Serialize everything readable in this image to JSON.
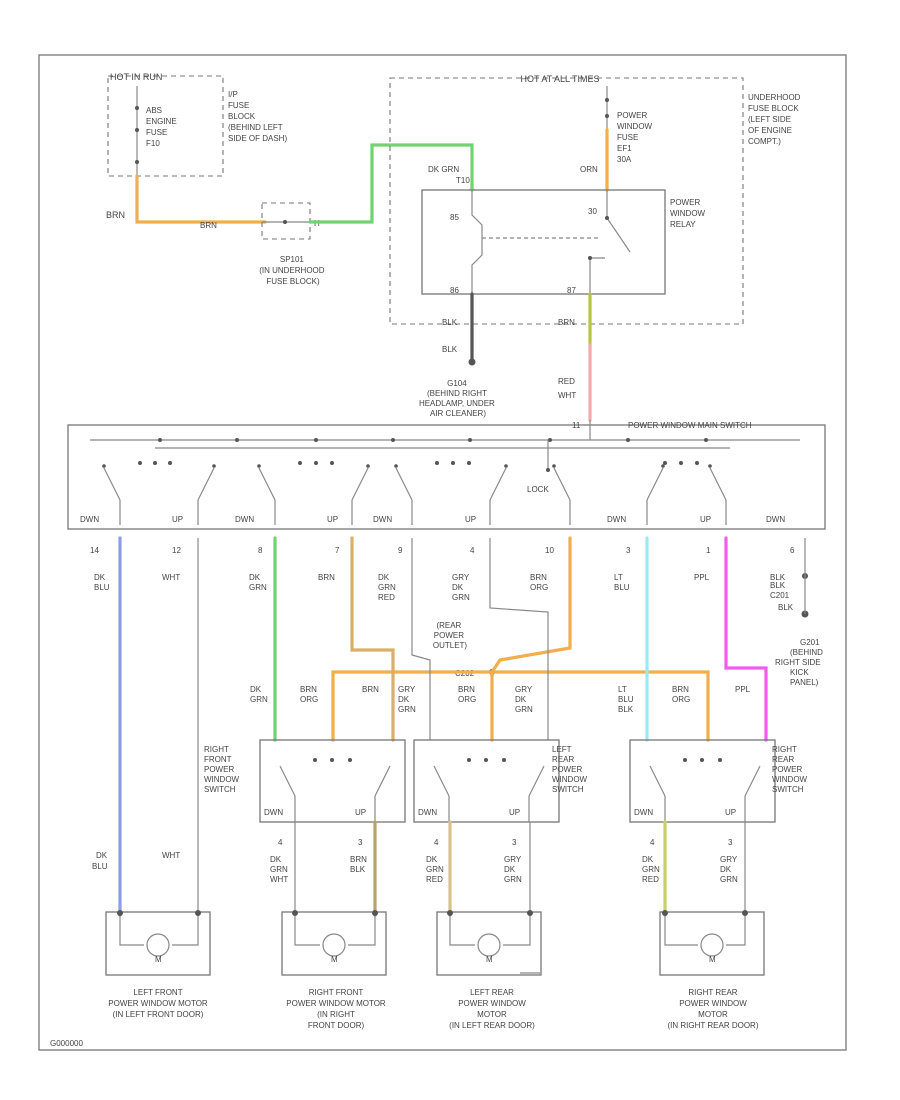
{
  "colors": {
    "orange": "#f0ae4c",
    "green": "#6fd36f",
    "blue": "#8c9de8",
    "cyan": "#9fe8f2",
    "magenta": "#f05cf0",
    "pink": "#f7a8a8",
    "tan": "#d8b067",
    "olive": "#b8c24a",
    "lightgreen": "#a8dca8"
  },
  "top_left": {
    "title": "HOT IN RUN",
    "fuse_lines": [
      "ABS",
      "ENGINE",
      "FUSE",
      "F10"
    ],
    "side_lines": [
      "I/P",
      "FUSE",
      "BLOCK",
      "(BEHIND LEFT",
      "SIDE OF DASH)"
    ],
    "wire_brn": "BRN",
    "mid_label": "BRN",
    "pin": "H",
    "splice": "SP101",
    "splice_desc": [
      "(IN UNDERHOOD",
      "FUSE BLOCK)"
    ]
  },
  "underhood": {
    "title": "HOT AT ALL TIMES",
    "fuse_lines": [
      "POWER",
      "WINDOW",
      "FUSE",
      "EF1",
      "30A"
    ],
    "side_lines": [
      "UNDERHOOD",
      "FUSE BLOCK",
      "(LEFT SIDE",
      "OF ENGINE",
      "COMPT.)"
    ],
    "relay_label": [
      "POWER",
      "WINDOW",
      "RELAY"
    ],
    "wire_dkgrn": "DK GRN",
    "pin_top": "T10",
    "pin_85": "85",
    "pin_30": "30",
    "pin_86": "86",
    "pin_87": "87",
    "wire_orn": "ORN",
    "wire_blk": "BLK",
    "wire_brn": "BRN",
    "ground_label": "BLK",
    "wire_red": "RED",
    "wire_wht": "WHT"
  },
  "ground_g104": [
    "G104",
    "(BEHIND RIGHT",
    "HEADLAMP, UNDER",
    "AIR CLEANER)"
  ],
  "main_switch": {
    "title": "POWER WINDOW MAIN SWITCH",
    "lock": "LOCK",
    "pin_power": "11",
    "labels": [
      "DWN",
      "UP",
      "DWN",
      "UP",
      "DWN",
      "UP",
      "DWN",
      "UP",
      "DWN"
    ],
    "pins": [
      "14",
      "12",
      "8",
      "7",
      "9",
      "4",
      "10",
      "3",
      "1",
      "6"
    ],
    "wires": [
      [
        "DK",
        "BLU"
      ],
      [
        "WHT"
      ],
      [
        "DK",
        "GRN"
      ],
      [
        "BRN"
      ],
      [
        "DK",
        "GRN",
        "RED"
      ],
      [
        "GRY",
        "DK",
        "GRN"
      ],
      [
        "BRN",
        "ORG"
      ],
      [
        "LT",
        "BLU"
      ],
      [
        "PPL"
      ],
      [
        "BLK"
      ]
    ],
    "ground_ref": "C201",
    "ground_blk": "BLK"
  },
  "rear_outlet": [
    "(REAR",
    "POWER",
    "OUTLET)"
  ],
  "splice_c202": "C202",
  "ground_g201": [
    "G201",
    "(BEHIND",
    "RIGHT SIDE",
    "KICK",
    "PANEL)"
  ],
  "door_switches": [
    {
      "name": [
        "RIGHT",
        "FRONT",
        "POWER",
        "WINDOW",
        "SWITCH"
      ],
      "wire_a": [
        "DK",
        "GRN"
      ],
      "wire_b": [
        "BRN",
        "ORG"
      ],
      "wire_c": [
        "BRN"
      ],
      "dwn": "DWN",
      "up": "UP"
    },
    {
      "name": [
        "LEFT",
        "REAR",
        "POWER",
        "WINDOW",
        "SWITCH"
      ],
      "wire_a": [
        "GRY",
        "DK",
        "GRN"
      ],
      "wire_b": [
        "BRN",
        "ORG"
      ],
      "wire_c": [
        "GRY",
        "DK",
        "GRN"
      ],
      "dwn": "DWN",
      "up": "UP"
    },
    {
      "name": [
        "RIGHT",
        "REAR",
        "POWER",
        "WINDOW",
        "SWITCH"
      ],
      "wire_a": [
        "LT",
        "BLU",
        "BLK"
      ],
      "wire_b": [
        "BRN",
        "ORG"
      ],
      "wire_c": [
        "PPL"
      ],
      "dwn": "DWN",
      "up": "UP"
    }
  ],
  "motor_wires": {
    "lf": {
      "a": [
        "DK",
        "BLU"
      ],
      "b": [
        "WHT"
      ]
    },
    "rf": {
      "pin_a": "4",
      "a": [
        "DK",
        "GRN",
        "WHT"
      ],
      "pin_b": "3",
      "b": [
        "BRN",
        "BLK"
      ]
    },
    "lr": {
      "pin_a": "4",
      "a": [
        "DK",
        "GRN",
        "RED"
      ],
      "pin_b": "3",
      "b": [
        "GRY",
        "DK",
        "GRN"
      ]
    },
    "rr": {
      "pin_a": "4",
      "a": [
        "DK",
        "GRN",
        "RED"
      ],
      "pin_b": "3",
      "b": [
        "GRY",
        "DK",
        "GRN"
      ]
    }
  },
  "motors": [
    {
      "label": [
        "LEFT FRONT",
        "POWER WINDOW MOTOR",
        "(IN LEFT FRONT DOOR)"
      ]
    },
    {
      "label": [
        "RIGHT FRONT",
        "POWER WINDOW MOTOR",
        "(IN RIGHT",
        "FRONT DOOR)"
      ]
    },
    {
      "label": [
        "LEFT REAR",
        "POWER WINDOW",
        "MOTOR",
        "(IN LEFT REAR DOOR)"
      ]
    },
    {
      "label": [
        "RIGHT REAR",
        "POWER WINDOW",
        "MOTOR",
        "(IN RIGHT REAR DOOR)"
      ]
    }
  ],
  "motor_symbol": "M",
  "footer": "G000000"
}
